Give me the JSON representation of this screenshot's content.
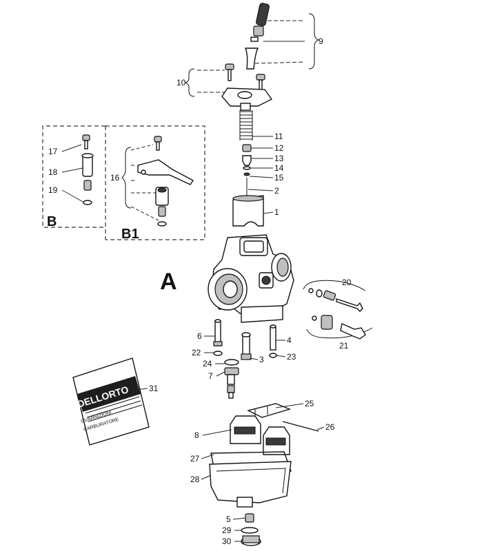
{
  "group_labels": {
    "A": "A",
    "B": "B",
    "B1": "B1"
  },
  "callouts": {
    "c1": "1",
    "c2": "2",
    "c3": "3",
    "c4": "4",
    "c5": "5",
    "c6": "6",
    "c7": "7",
    "c8": "8",
    "c9": "9",
    "c10": "10",
    "c11": "11",
    "c12": "12",
    "c13": "13",
    "c14": "14",
    "c15": "15",
    "c16": "16",
    "c17": "17",
    "c18": "18",
    "c19": "19",
    "c20": "20",
    "c21": "21",
    "c22": "22",
    "c23": "23",
    "c24": "24",
    "c25": "25",
    "c26": "26",
    "c27": "27",
    "c28": "28",
    "c29": "29",
    "c30": "30",
    "c31": "31"
  },
  "packet": {
    "brand": "DELLORTO",
    "line1": "GUARNIZIONI",
    "line2": "CARBURATORE"
  }
}
